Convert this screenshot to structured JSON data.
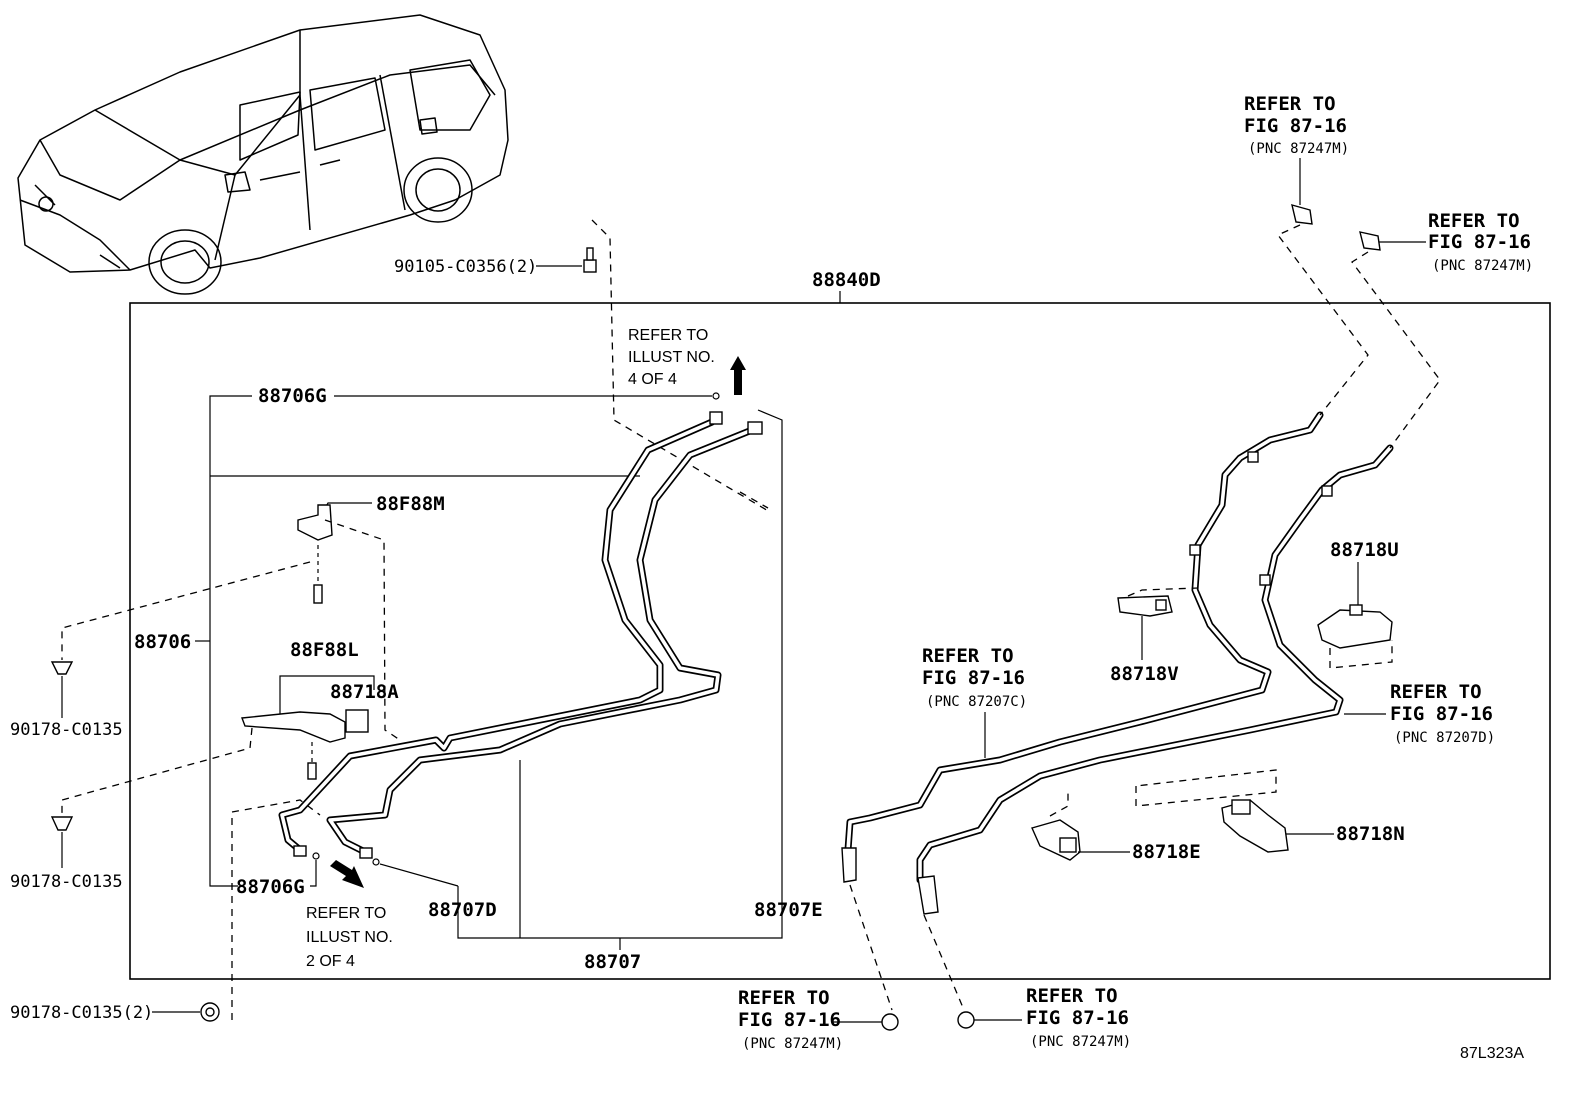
{
  "parts": {
    "p88840D": "88840D",
    "p88706G_top": "88706G",
    "p88706G_bottom": "88706G",
    "p88706": "88706",
    "p88F88M": "88F88M",
    "p88F88L": "88F88L",
    "p88718A": "88718A",
    "p88707D": "88707D",
    "p88707E": "88707E",
    "p88707": "88707",
    "p88718V": "88718V",
    "p88718U": "88718U",
    "p88718E": "88718E",
    "p88718N": "88718N",
    "bolt_90105": "90105-C0356(2)",
    "clip_90178_a": "90178-C0135",
    "clip_90178_b": "90178-C0135",
    "clip_90178_c": "90178-C0135(2)"
  },
  "refs": {
    "illust4": [
      "REFER TO",
      "ILLUST NO.",
      "4 OF 4"
    ],
    "illust2": [
      "REFER TO",
      "ILLUST NO.",
      "2 OF 4"
    ],
    "fig_top1": [
      "REFER TO",
      "FIG 87-16",
      "(PNC 87247M)"
    ],
    "fig_top2": [
      "REFER TO",
      "FIG 87-16",
      "(PNC 87247M)"
    ],
    "fig_mid_c": [
      "REFER TO",
      "FIG 87-16",
      "(PNC 87207C)"
    ],
    "fig_mid_d": [
      "REFER TO",
      "FIG 87-16",
      "(PNC 87207D)"
    ],
    "fig_bot1": [
      "REFER TO",
      "FIG 87-16",
      "(PNC 87247M)"
    ],
    "fig_bot2": [
      "REFER TO",
      "FIG 87-16",
      "(PNC 87247M)"
    ]
  },
  "diagram_code": "87L323A"
}
